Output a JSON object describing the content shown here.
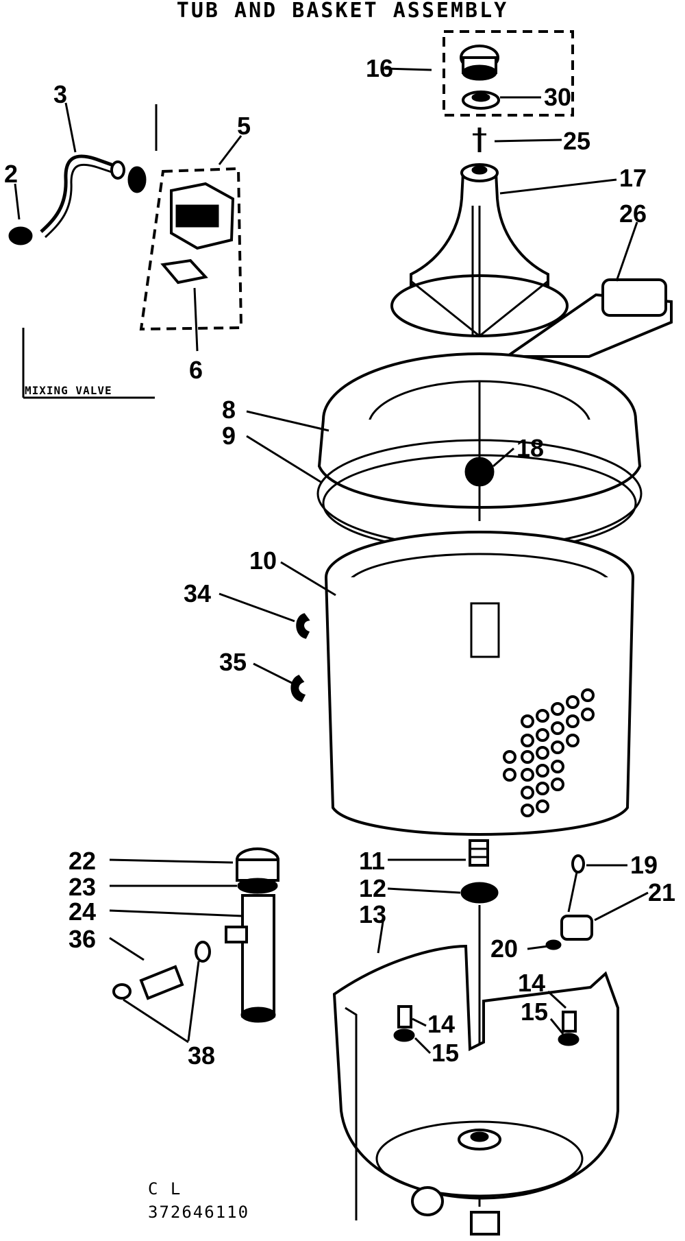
{
  "title": "TUB AND BASKET ASSEMBLY",
  "sub_label": "MIXING VALVE",
  "footer_line1": "C L",
  "footer_line2": "372646110",
  "callouts": {
    "p16": "16",
    "p30": "30",
    "p25": "25",
    "p17": "17",
    "p26": "26",
    "p3": "3",
    "p5": "5",
    "p2": "2",
    "p6": "6",
    "p8": "8",
    "p9": "9",
    "p18": "18",
    "p10": "10",
    "p34": "34",
    "p35": "35",
    "p22": "22",
    "p23": "23",
    "p24": "24",
    "p36": "36",
    "p38": "38",
    "p11": "11",
    "p12": "12",
    "p13": "13",
    "p19": "19",
    "p21": "21",
    "p20": "20",
    "p14a": "14",
    "p15a": "15",
    "p14b": "14",
    "p15b": "15"
  }
}
